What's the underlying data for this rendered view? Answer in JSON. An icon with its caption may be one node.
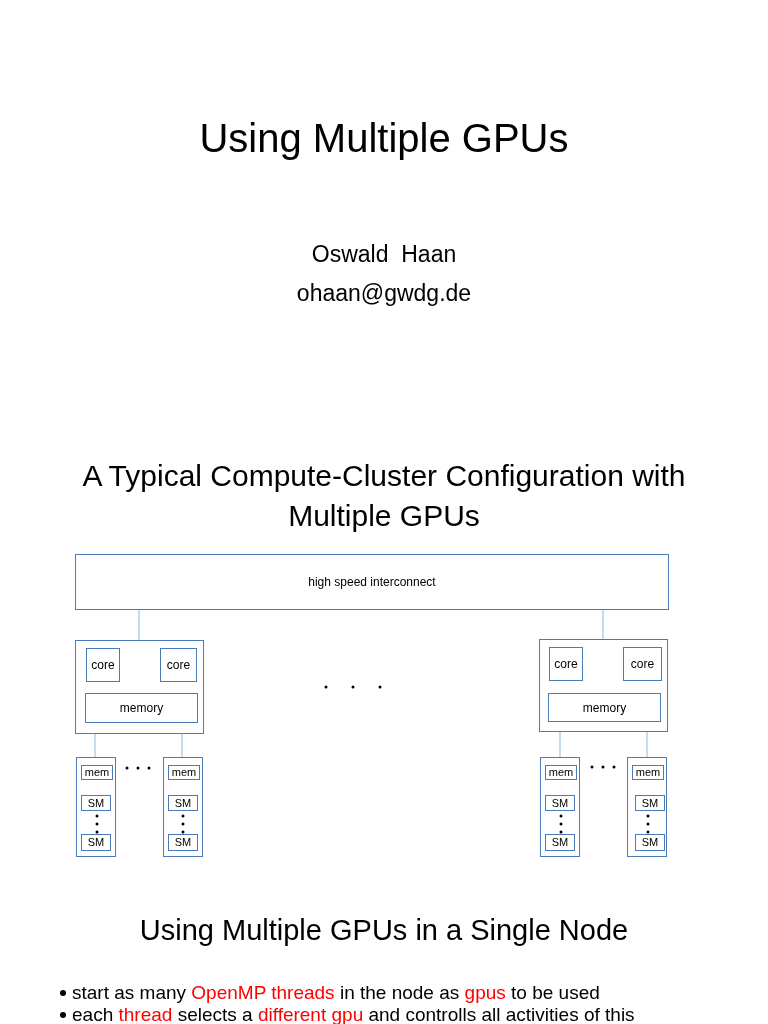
{
  "diagram": {
    "title": "Using Multiple GPUs",
    "nodes": [
      {
        "text": [
          "high speed interconnect"
        ]
      },
      {
        "text": [],
        "shape": "box"
      },
      {
        "text": [
          "core"
        ],
        "in": 1
      },
      {
        "text": [
          "core"
        ],
        "in": 1
      },
      {
        "text": [
          "memory"
        ],
        "in": 1
      },
      {
        "text": [],
        "shape": "box"
      },
      {
        "text": [
          "mem"
        ],
        "in": 5
      },
      {
        "text": [
          "SM"
        ],
        "in": 5
      },
      {
        "text": [
          "SM"
        ],
        "in": 5
      },
      {
        "text": [],
        "shape": "box"
      },
      {
        "text": [
          "mem"
        ],
        "in": 9
      },
      {
        "text": [
          "SM"
        ],
        "in": 9
      },
      {
        "text": [
          "SM"
        ],
        "in": 9
      },
      {
        "text": [],
        "shape": "box"
      },
      {
        "text": [
          "core"
        ],
        "in": 13
      },
      {
        "text": [
          "core"
        ],
        "in": 13
      },
      {
        "text": [
          "memory"
        ],
        "in": 13
      },
      {
        "text": [],
        "shape": "box"
      },
      {
        "text": [
          "mem"
        ],
        "in": 17
      },
      {
        "text": [
          "SM"
        ],
        "in": 17
      },
      {
        "text": [
          "SM"
        ],
        "in": 17
      },
      {
        "text": [],
        "shape": "box"
      },
      {
        "text": [
          "mem"
        ],
        "in": 21
      },
      {
        "text": [
          "SM"
        ],
        "in": 21
      },
      {
        "text": [
          "SM"
        ],
        "in": 21
      }
    ],
    "edges": [
      {
        "from": 0,
        "to": 1,
        "arrow": "none"
      },
      {
        "from": 0,
        "to": 13,
        "arrow": "none"
      },
      {
        "from": 1,
        "to": 5,
        "arrow": "none"
      },
      {
        "from": 1,
        "to": 9,
        "arrow": "none"
      },
      {
        "from": 13,
        "to": 17,
        "arrow": "none"
      },
      {
        "from": 13,
        "to": 21,
        "arrow": "none"
      }
    ],
    "labels": [
      "Oswald  Haan",
      "ohaan@gwdg.de",
      "A Typical Compute-Cluster Configuration with Multiple GPUs",
      "Using Multiple GPUs in a Single Node",
      "start as many *OpenMP threads* in the node as *gpus* to be used",
      "each *thread* selects a *different gpu* and controlls all activities of this"
    ]
  }
}
